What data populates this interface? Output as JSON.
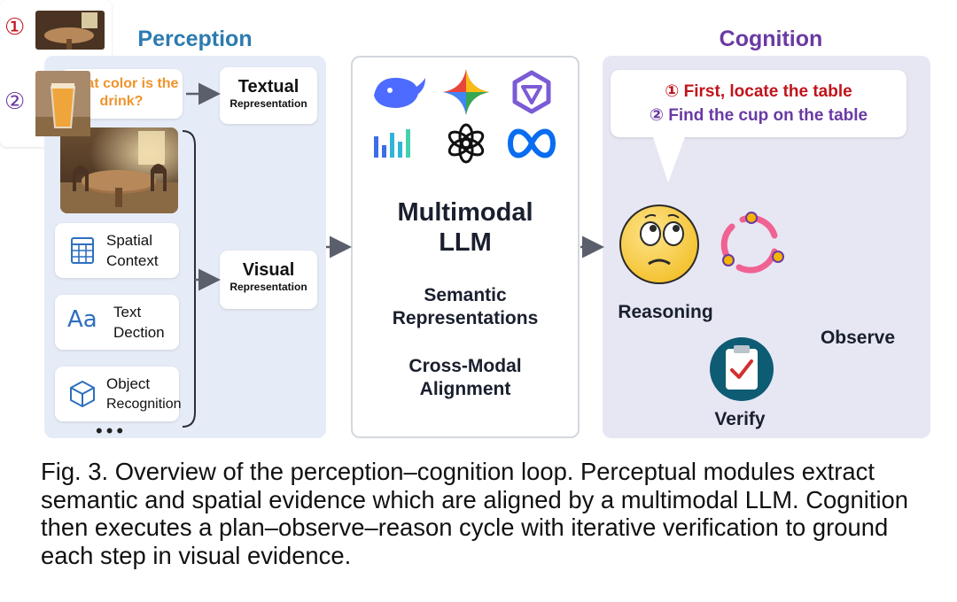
{
  "perception": {
    "title": "Perception",
    "question": "What color is the drink?",
    "textual": {
      "title": "Textual",
      "subtitle": "Representation"
    },
    "visual": {
      "title": "Visual",
      "subtitle": "Representation"
    },
    "modules": [
      {
        "line1": "Spatial",
        "line2": "Context",
        "icon": "grid-table-icon"
      },
      {
        "line1": "Text",
        "line2": "Dection",
        "icon": "aa-text-icon"
      },
      {
        "line1": "Object",
        "line2": "Recognition",
        "icon": "cube-icon"
      }
    ],
    "more": "•••"
  },
  "llm": {
    "title_line1": "Multimodal",
    "title_line2": "LLM",
    "semantic_line1": "Semantic",
    "semantic_line2": "Representations",
    "alignment_line1": "Cross-Modal",
    "alignment_line2": "Alignment",
    "logos": [
      "whale-logo-icon",
      "sparkle-logo-icon",
      "hexagon-star-logo-icon",
      "bars-logo-icon",
      "knot-logo-icon",
      "infinity-logo-icon"
    ]
  },
  "cognition": {
    "title": "Cognition",
    "plan_step1": "① First, locate the table",
    "plan_step2": "② Find the cup on the table",
    "reasoning": "Reasoning",
    "observe": "Observe",
    "verify": "Verify",
    "observe_num1": "①",
    "observe_num2": "②"
  },
  "caption": "Fig. 3. Overview of the perception–cognition loop. Perceptual modules extract semantic and spatial evidence which are aligned by a multimodal LLM. Cognition then executes a plan–observe–reason cycle with iterative verification to ground each step in visual evidence.",
  "colors": {
    "perception_title": "#2c7bb0",
    "cognition_title": "#6a3aa3",
    "question": "#f0932b",
    "plan_step1": "#c0141c",
    "plan_step2": "#6a3aa3",
    "perception_bg": "#e6ecf7",
    "cognition_bg": "#e7e7f4"
  }
}
